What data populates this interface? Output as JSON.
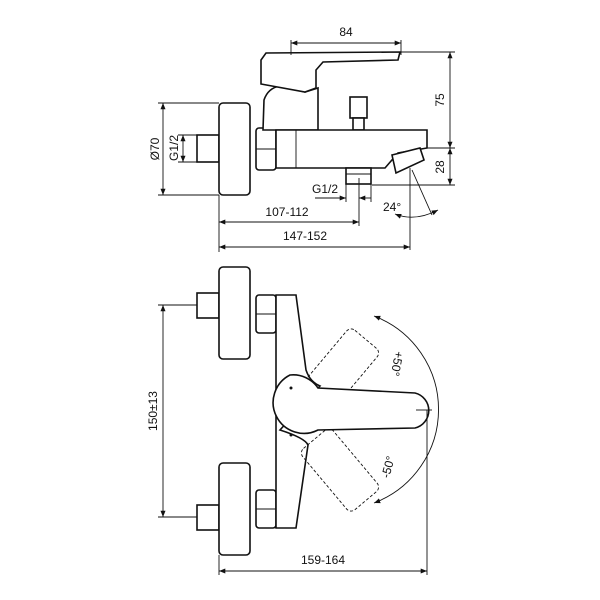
{
  "side_view": {
    "dim_handle_width": "84",
    "dim_height": "75",
    "dim_spout_height": "28",
    "dim_flange_diameter": "Ø70",
    "dim_inlet_thread": "G1/2",
    "dim_outlet_thread": "G1/2",
    "dim_spout_angle": "24°",
    "dim_outlet_distance": "107-112",
    "dim_total_depth": "147-152"
  },
  "top_view": {
    "dim_inlet_spacing": "150±13",
    "dim_lever_plus": "+50°",
    "dim_lever_minus": "-50°",
    "dim_total_depth": "159-164"
  }
}
